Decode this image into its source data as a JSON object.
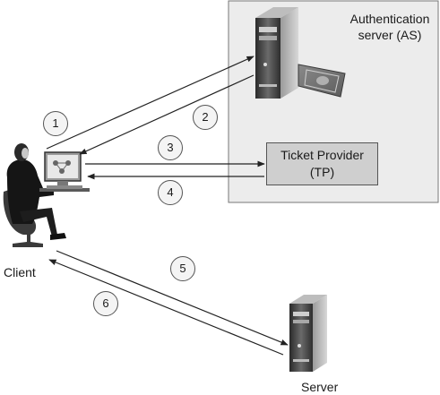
{
  "authentication_server": {
    "label_line1": "Authentication",
    "label_line2": "server (AS)"
  },
  "ticket_provider": {
    "label_line1": "Ticket Provider",
    "label_line2": "(TP)"
  },
  "client": {
    "label": "Client"
  },
  "server": {
    "label": "Server"
  },
  "steps": [
    "1",
    "2",
    "3",
    "4",
    "5",
    "6"
  ],
  "colors": {
    "trusted_zone_fill": "#ececec",
    "trusted_zone_border": "#777777",
    "ticket_provider_fill": "#cfcfcf",
    "arrow": "#222222",
    "step_circle_fill": "#f4f4f4"
  }
}
